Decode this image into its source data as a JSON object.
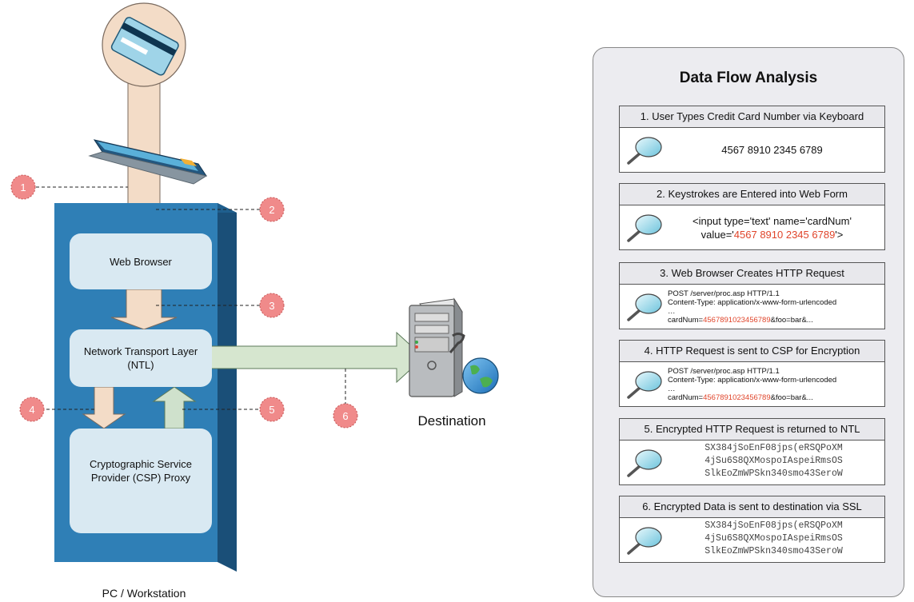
{
  "diagram": {
    "nodes": {
      "web_browser": "Web Browser",
      "ntl_line1": "Network Transport Layer",
      "ntl_line2": "(NTL)",
      "csp_line1": "Cryptographic Service",
      "csp_line2": "Provider (CSP) Proxy",
      "pc_label": "PC / Workstation",
      "destination": "Destination"
    },
    "markers": [
      "1",
      "2",
      "3",
      "4",
      "5",
      "6"
    ]
  },
  "panel": {
    "title": "Data Flow Analysis",
    "steps": [
      {
        "header": "1. User Types Credit Card Number via Keyboard",
        "text": "4567 8910 2345 6789"
      },
      {
        "header": "2. Keystrokes are Entered into Web Form",
        "line1": "<input type='text' name='cardNum'",
        "line2_pre": "value='",
        "line2_red": "4567 8910 2345 6789",
        "line2_post": "'>"
      },
      {
        "header": "3. Web Browser Creates HTTP Request",
        "line1": "POST /server/proc.asp HTTP/1.1",
        "line2": "Content-Type: application/x-www-form-urlencoded",
        "line3": "…",
        "line4_pre": "cardNum=",
        "line4_red": "4567891023456789",
        "line4_post": "&foo=bar&..."
      },
      {
        "header": "4. HTTP Request is sent to CSP for Encryption",
        "line1": "POST /server/proc.asp HTTP/1.1",
        "line2": "Content-Type: application/x-www-form-urlencoded",
        "line3": "…",
        "line4_pre": "cardNum=",
        "line4_red": "4567891023456789",
        "line4_post": "&foo=bar&..."
      },
      {
        "header": "5. Encrypted HTTP Request is returned to NTL",
        "line1": "SX384jSoEnF08jps(eRSQPoXM",
        "line2": "4jSu6S8QXMospoIAspeiRmsOS",
        "line3": "SlkEoZmWPSkn340smo43SeroW"
      },
      {
        "header": "6. Encrypted Data is sent to destination via SSL",
        "line1": "SX384jSoEnF08jps(eRSQPoXM",
        "line2": "4jSu6S8QXMospoIAspeiRmsOS",
        "line3": "SlkEoZmWPSkn340smo43SeroW"
      }
    ]
  },
  "colors": {
    "accent_red": "#e0452b",
    "tower_blue": "#2f7fb6",
    "box_fill": "#d9e9f2",
    "arrow_fill": "#f3dcc7",
    "marker_fill": "#f08a8a"
  }
}
